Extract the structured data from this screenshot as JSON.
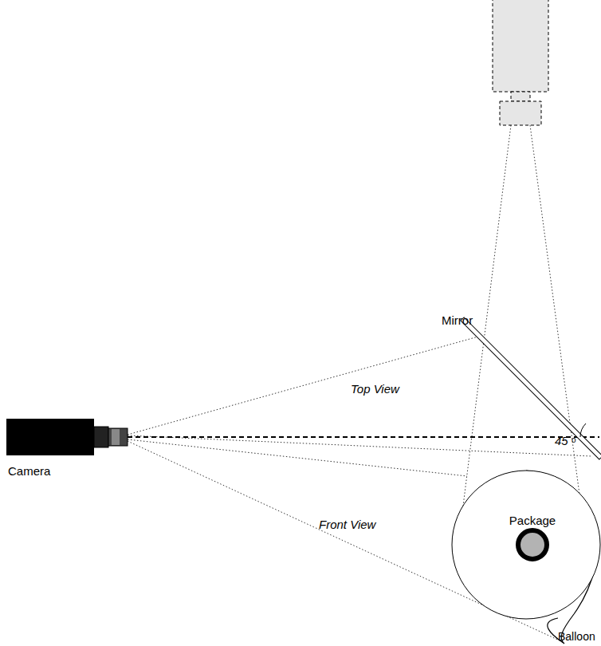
{
  "diagram": {
    "nodes": [
      {
        "text": [
          "Camera"
        ]
      },
      {
        "text": [
          "Package"
        ]
      }
    ],
    "labels": [
      "Mirror",
      "Top View",
      "Front View",
      "45",
      "o",
      "Balloon"
    ]
  }
}
